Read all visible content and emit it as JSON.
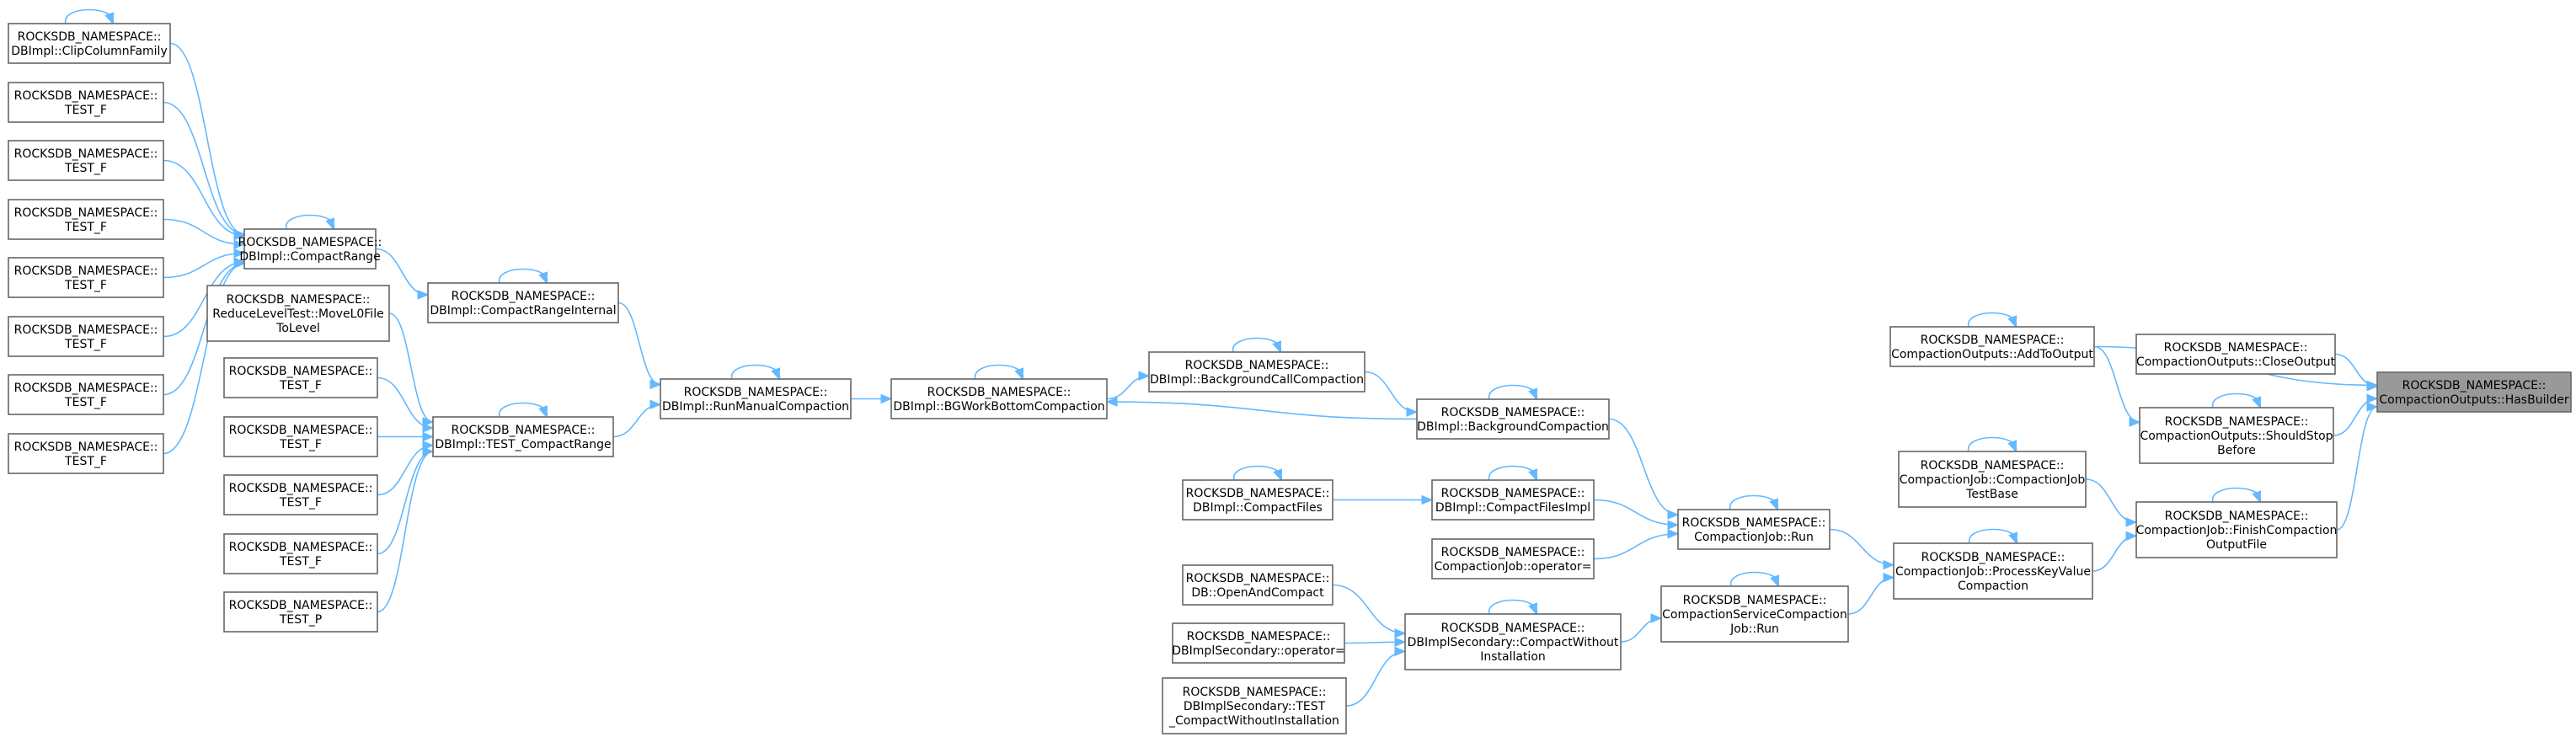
{
  "nodes": [
    {
      "id": "clip",
      "lines": [
        "ROCKSDB_NAMESPACE::",
        "DBImpl::ClipColumnFamily"
      ],
      "self_loop": true
    },
    {
      "id": "tf1",
      "lines": [
        "ROCKSDB_NAMESPACE::",
        "TEST_F"
      ]
    },
    {
      "id": "tf2",
      "lines": [
        "ROCKSDB_NAMESPACE::",
        "TEST_F"
      ]
    },
    {
      "id": "tf3",
      "lines": [
        "ROCKSDB_NAMESPACE::",
        "TEST_F"
      ]
    },
    {
      "id": "tf4",
      "lines": [
        "ROCKSDB_NAMESPACE::",
        "TEST_F"
      ]
    },
    {
      "id": "tf5",
      "lines": [
        "ROCKSDB_NAMESPACE::",
        "TEST_F"
      ]
    },
    {
      "id": "tf6",
      "lines": [
        "ROCKSDB_NAMESPACE::",
        "TEST_F"
      ]
    },
    {
      "id": "tf7",
      "lines": [
        "ROCKSDB_NAMESPACE::",
        "TEST_F"
      ]
    },
    {
      "id": "compactRange",
      "lines": [
        "ROCKSDB_NAMESPACE::",
        "DBImpl::CompactRange"
      ],
      "self_loop": true
    },
    {
      "id": "reduceLevel",
      "lines": [
        "ROCKSDB_NAMESPACE::",
        "ReduceLevelTest::MoveL0File",
        "ToLevel"
      ]
    },
    {
      "id": "tf8",
      "lines": [
        "ROCKSDB_NAMESPACE::",
        "TEST_F"
      ]
    },
    {
      "id": "tf9",
      "lines": [
        "ROCKSDB_NAMESPACE::",
        "TEST_F"
      ]
    },
    {
      "id": "tf10",
      "lines": [
        "ROCKSDB_NAMESPACE::",
        "TEST_F"
      ]
    },
    {
      "id": "tf11",
      "lines": [
        "ROCKSDB_NAMESPACE::",
        "TEST_F"
      ]
    },
    {
      "id": "tp1",
      "lines": [
        "ROCKSDB_NAMESPACE::",
        "TEST_P"
      ]
    },
    {
      "id": "compactRangeInternal",
      "lines": [
        "ROCKSDB_NAMESPACE::",
        "DBImpl::CompactRangeInternal"
      ],
      "self_loop": true
    },
    {
      "id": "testCompactRange",
      "lines": [
        "ROCKSDB_NAMESPACE::",
        "DBImpl::TEST_CompactRange"
      ],
      "self_loop": true
    },
    {
      "id": "runManual",
      "lines": [
        "ROCKSDB_NAMESPACE::",
        "DBImpl::RunManualCompaction"
      ],
      "self_loop": true
    },
    {
      "id": "bgWorkBottom",
      "lines": [
        "ROCKSDB_NAMESPACE::",
        "DBImpl::BGWorkBottomCompaction"
      ],
      "self_loop": true
    },
    {
      "id": "bgCall",
      "lines": [
        "ROCKSDB_NAMESPACE::",
        "DBImpl::BackgroundCallCompaction"
      ],
      "self_loop": true
    },
    {
      "id": "bgCompaction",
      "lines": [
        "ROCKSDB_NAMESPACE::",
        "DBImpl::BackgroundCompaction"
      ],
      "self_loop": true
    },
    {
      "id": "compactFiles",
      "lines": [
        "ROCKSDB_NAMESPACE::",
        "DBImpl::CompactFiles"
      ],
      "self_loop": true
    },
    {
      "id": "compactFilesImpl",
      "lines": [
        "ROCKSDB_NAMESPACE::",
        "DBImpl::CompactFilesImpl"
      ],
      "self_loop": true
    },
    {
      "id": "cjOperator",
      "lines": [
        "ROCKSDB_NAMESPACE::",
        "CompactionJob::operator="
      ]
    },
    {
      "id": "cjRun",
      "lines": [
        "ROCKSDB_NAMESPACE::",
        "CompactionJob::Run"
      ],
      "self_loop": true
    },
    {
      "id": "openAndCompact",
      "lines": [
        "ROCKSDB_NAMESPACE::",
        "DB::OpenAndCompact"
      ]
    },
    {
      "id": "secOperator",
      "lines": [
        "ROCKSDB_NAMESPACE::",
        "DBImplSecondary::operator="
      ]
    },
    {
      "id": "secTest",
      "lines": [
        "ROCKSDB_NAMESPACE::",
        "DBImplSecondary::TEST",
        "_CompactWithoutInstallation"
      ]
    },
    {
      "id": "compactWithout",
      "lines": [
        "ROCKSDB_NAMESPACE::",
        "DBImplSecondary::CompactWithout",
        "Installation"
      ],
      "self_loop": true
    },
    {
      "id": "cscjRun",
      "lines": [
        "ROCKSDB_NAMESPACE::",
        "CompactionServiceCompaction",
        "Job::Run"
      ],
      "self_loop": true
    },
    {
      "id": "addToOutput",
      "lines": [
        "ROCKSDB_NAMESPACE::",
        "CompactionOutputs::AddToOutput"
      ],
      "self_loop": true
    },
    {
      "id": "cjTestBase",
      "lines": [
        "ROCKSDB_NAMESPACE::",
        "CompactionJob::CompactionJob",
        "TestBase"
      ],
      "self_loop": true
    },
    {
      "id": "processKV",
      "lines": [
        "ROCKSDB_NAMESPACE::",
        "CompactionJob::ProcessKeyValue",
        "Compaction"
      ],
      "self_loop": true
    },
    {
      "id": "closeOutput",
      "lines": [
        "ROCKSDB_NAMESPACE::",
        "CompactionOutputs::CloseOutput"
      ]
    },
    {
      "id": "shouldStop",
      "lines": [
        "ROCKSDB_NAMESPACE::",
        "CompactionOutputs::ShouldStop",
        "Before"
      ],
      "self_loop": true
    },
    {
      "id": "finishOutput",
      "lines": [
        "ROCKSDB_NAMESPACE::",
        "CompactionJob::FinishCompaction",
        "OutputFile"
      ],
      "self_loop": true
    },
    {
      "id": "hasBuilder",
      "lines": [
        "ROCKSDB_NAMESPACE::",
        "CompactionOutputs::HasBuilder"
      ],
      "highlight": true
    }
  ],
  "edges": [
    [
      "clip",
      "compactRange"
    ],
    [
      "tf1",
      "compactRange"
    ],
    [
      "tf2",
      "compactRange"
    ],
    [
      "tf3",
      "compactRange"
    ],
    [
      "tf4",
      "compactRange"
    ],
    [
      "tf5",
      "compactRange"
    ],
    [
      "tf6",
      "compactRange"
    ],
    [
      "tf7",
      "compactRange"
    ],
    [
      "compactRange",
      "compactRangeInternal"
    ],
    [
      "reduceLevel",
      "testCompactRange"
    ],
    [
      "tf8",
      "testCompactRange"
    ],
    [
      "tf9",
      "testCompactRange"
    ],
    [
      "tf10",
      "testCompactRange"
    ],
    [
      "tf11",
      "testCompactRange"
    ],
    [
      "tp1",
      "testCompactRange"
    ],
    [
      "compactRangeInternal",
      "runManual"
    ],
    [
      "testCompactRange",
      "runManual"
    ],
    [
      "runManual",
      "bgWorkBottom"
    ],
    [
      "bgWorkBottom",
      "bgCall"
    ],
    [
      "bgCompaction",
      "bgWorkBottom"
    ],
    [
      "bgCall",
      "bgCompaction"
    ],
    [
      "bgCompaction",
      "cjRun"
    ],
    [
      "compactFiles",
      "compactFilesImpl"
    ],
    [
      "compactFilesImpl",
      "cjRun"
    ],
    [
      "cjOperator",
      "cjRun"
    ],
    [
      "openAndCompact",
      "compactWithout"
    ],
    [
      "secOperator",
      "compactWithout"
    ],
    [
      "secTest",
      "compactWithout"
    ],
    [
      "compactWithout",
      "cscjRun"
    ],
    [
      "cjRun",
      "processKV"
    ],
    [
      "cscjRun",
      "processKV"
    ],
    [
      "addToOutput",
      "hasBuilder"
    ],
    [
      "addToOutput",
      "shouldStop"
    ],
    [
      "closeOutput",
      "hasBuilder"
    ],
    [
      "shouldStop",
      "hasBuilder"
    ],
    [
      "cjTestBase",
      "finishOutput"
    ],
    [
      "processKV",
      "finishOutput"
    ],
    [
      "finishOutput",
      "hasBuilder"
    ]
  ]
}
